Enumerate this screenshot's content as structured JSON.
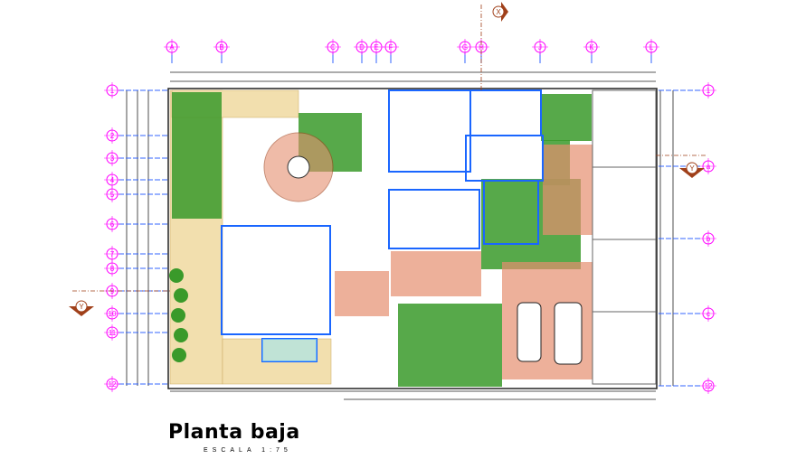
{
  "drawing": {
    "title": "Planta baja",
    "scale_label": "ESCALA 1:75",
    "column_axes": [
      "A",
      "B",
      "C",
      "D",
      "E",
      "F",
      "G",
      "H",
      "J",
      "K",
      "L"
    ],
    "row_axes_left": [
      "1",
      "2",
      "3",
      "4",
      "5",
      "6",
      "7",
      "8",
      "9",
      "10",
      "11",
      "12"
    ],
    "row_axes_right": [
      "1",
      "a",
      "b",
      "c",
      "12"
    ],
    "section_markers": [
      "X",
      "Y",
      "Y"
    ],
    "colors": {
      "axis": "#ff00ff",
      "grid_line": "#3366ff",
      "walls": "#1a66ff",
      "garden": "#3a9a2a",
      "paving": "#f2dfae",
      "brick": "#e58f6f",
      "section": "#a0401a"
    }
  }
}
